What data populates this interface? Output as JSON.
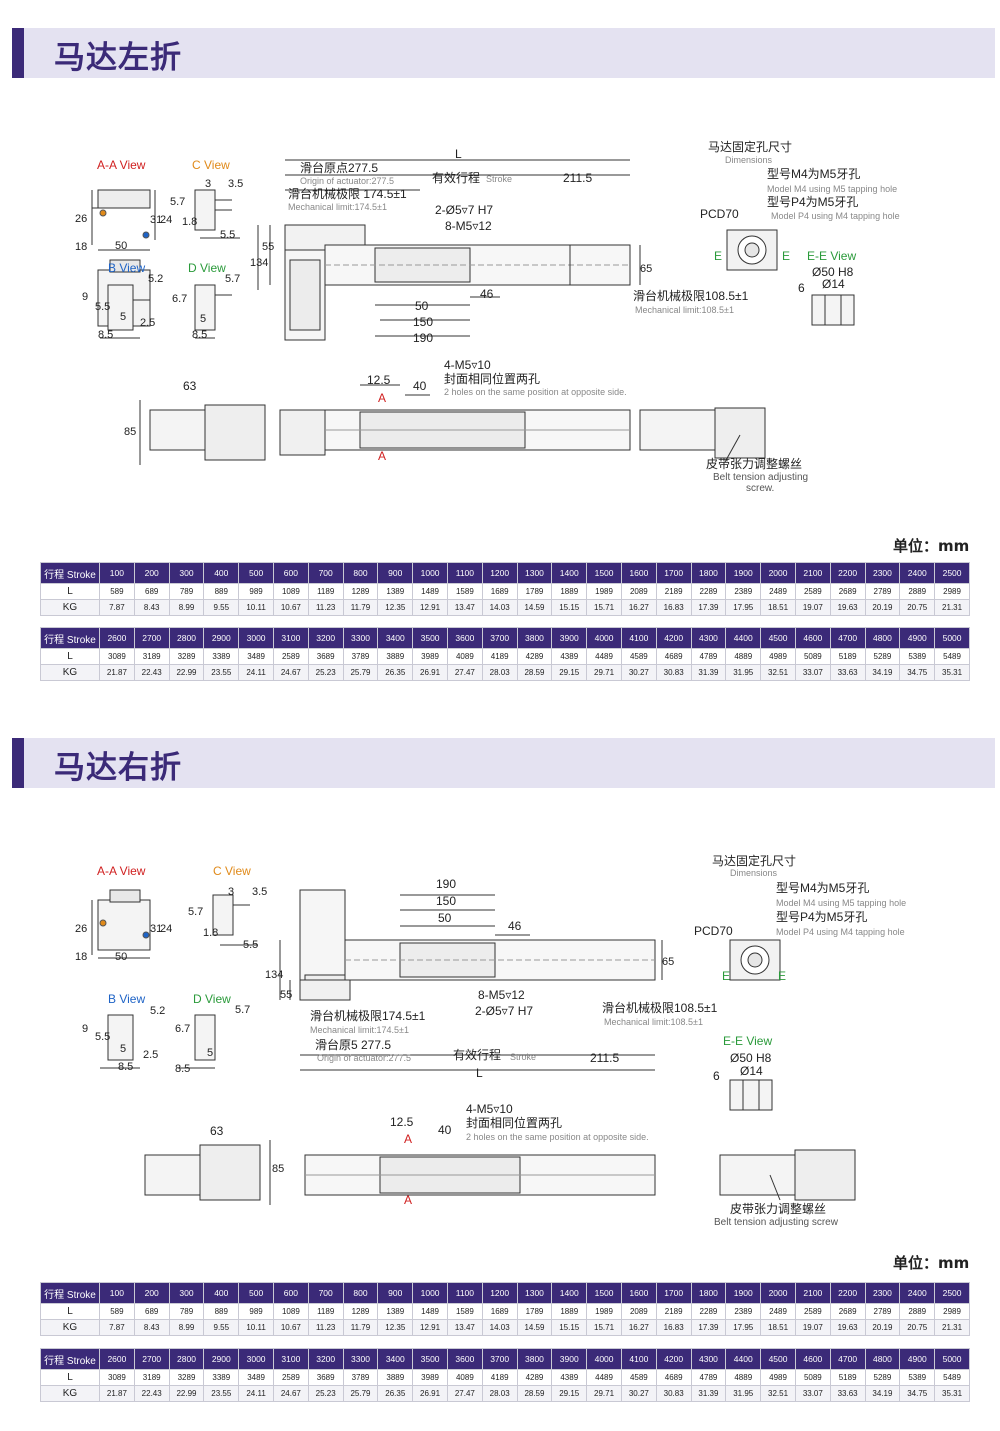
{
  "sections": [
    {
      "title": "马达左折",
      "unit": "单位：mm",
      "labels": {
        "aa_view": "A-A View",
        "c_view": "C View",
        "b_view": "B View",
        "d_view": "D View",
        "ee_view": "E-E View",
        "origin_cn": "滑台原点277.5",
        "origin_en": "Origin of actuator:277.5",
        "mech_cn": "滑台机械极限 174.5±1",
        "mech_en": "Mechanical limit:174.5±1",
        "stroke_cn": "有效行程",
        "stroke_en": "Stroke",
        "L": "L",
        "d211": "211.5",
        "holes1": "2-Ø5▿7 H7",
        "holes2": "8-M5▿12",
        "mech2_cn": "滑台机械极限108.5±1",
        "mech2_en": "Mechanical limit:108.5±1",
        "d50": "50",
        "d150": "150",
        "d190": "190",
        "d46": "46",
        "d55": "55",
        "d134": "134",
        "d65": "65",
        "dim_title_cn": "马达固定孔尺寸",
        "dim_title_en": "Dimensions",
        "m4_cn": "型号M4为M5牙孔",
        "m4_en": "Model M4 using M5 tapping hole",
        "p4_cn": "型号P4为M5牙孔",
        "p4_en": "Model P4 using M4 tapping hole",
        "pcd": "PCD70",
        "e": "E",
        "phi50": "Ø50 H8",
        "phi14": "Ø14",
        "d6": "6",
        "aa26": "26",
        "aa18": "18",
        "aa50": "50",
        "aa31": "31",
        "aa24": "24",
        "c3": "3",
        "c35": "3.5",
        "c57": "5.7",
        "c18": "1.8",
        "c55": "5.5",
        "b52": "5.2",
        "b9": "9",
        "b55": "5.5",
        "b5": "5",
        "b25": "2.5",
        "b85": "8.5",
        "d57": "5.7",
        "d67": "6.7",
        "d5": "5",
        "d85": "8.5",
        "m5_cn": "4-M5▿10",
        "m5_cn2": "封面相同位置两孔",
        "m5_en": "2 holes on the same position at opposite side.",
        "d125": "12.5",
        "d40": "40",
        "a": "A",
        "d63": "63",
        "d85b": "85",
        "belt_cn": "皮带张力调整螺丝",
        "belt_en": "Belt tension adjusting",
        "belt_en2": "screw."
      },
      "table1": {
        "head_label": "行程 Stroke",
        "strokes": [
          "100",
          "200",
          "300",
          "400",
          "500",
          "600",
          "700",
          "800",
          "900",
          "1000",
          "1100",
          "1200",
          "1300",
          "1400",
          "1500",
          "1600",
          "1700",
          "1800",
          "1900",
          "2000",
          "2100",
          "2200",
          "2300",
          "2400",
          "2500"
        ],
        "L": [
          "589",
          "689",
          "789",
          "889",
          "989",
          "1089",
          "1189",
          "1289",
          "1389",
          "1489",
          "1589",
          "1689",
          "1789",
          "1889",
          "1989",
          "2089",
          "2189",
          "2289",
          "2389",
          "2489",
          "2589",
          "2689",
          "2789",
          "2889",
          "2989"
        ],
        "KG": [
          "7.87",
          "8.43",
          "8.99",
          "9.55",
          "10.11",
          "10.67",
          "11.23",
          "11.79",
          "12.35",
          "12.91",
          "13.47",
          "14.03",
          "14.59",
          "15.15",
          "15.71",
          "16.27",
          "16.83",
          "17.39",
          "17.95",
          "18.51",
          "19.07",
          "19.63",
          "20.19",
          "20.75",
          "21.31"
        ]
      },
      "table2": {
        "head_label": "行程 Stroke",
        "strokes": [
          "2600",
          "2700",
          "2800",
          "2900",
          "3000",
          "3100",
          "3200",
          "3300",
          "3400",
          "3500",
          "3600",
          "3700",
          "3800",
          "3900",
          "4000",
          "4100",
          "4200",
          "4300",
          "4400",
          "4500",
          "4600",
          "4700",
          "4800",
          "4900",
          "5000"
        ],
        "L": [
          "3089",
          "3189",
          "3289",
          "3389",
          "3489",
          "2589",
          "3689",
          "3789",
          "3889",
          "3989",
          "4089",
          "4189",
          "4289",
          "4389",
          "4489",
          "4589",
          "4689",
          "4789",
          "4889",
          "4989",
          "5089",
          "5189",
          "5289",
          "5389",
          "5489"
        ],
        "KG": [
          "21.87",
          "22.43",
          "22.99",
          "23.55",
          "24.11",
          "24.67",
          "25.23",
          "25.79",
          "26.35",
          "26.91",
          "27.47",
          "28.03",
          "28.59",
          "29.15",
          "29.71",
          "30.27",
          "30.83",
          "31.39",
          "31.95",
          "32.51",
          "33.07",
          "33.63",
          "34.19",
          "34.75",
          "35.31"
        ]
      }
    },
    {
      "title": "马达右折",
      "unit": "单位：mm",
      "labels": {
        "aa_view": "A-A View",
        "c_view": "C View",
        "b_view": "B View",
        "d_view": "D View",
        "ee_view": "E-E View",
        "origin_cn": "滑台原5 277.5",
        "origin_en": "Origin of actuator:277.5",
        "mech_cn": "滑台机械极限174.5±1",
        "mech_en": "Mechanical limit:174.5±1",
        "stroke_cn": "有效行程",
        "stroke_en": "Stroke",
        "L": "L",
        "d211": "211.5",
        "holes1": "2-Ø5▿7 H7",
        "holes2": "8-M5▿12",
        "mech2_cn": "滑台机械极限108.5±1",
        "mech2_en": "Mechanical limit:108.5±1",
        "d50": "50",
        "d150": "150",
        "d190": "190",
        "d46": "46",
        "d55": "55",
        "d134": "134",
        "d65": "65",
        "dim_title_cn": "马达固定孔尺寸",
        "dim_title_en": "Dimensions",
        "m4_cn": "型号M4为M5牙孔",
        "m4_en": "Model M4 using M5 tapping hole",
        "p4_cn": "型号P4为M5牙孔",
        "p4_en": "Model P4 using M4 tapping hole",
        "pcd": "PCD70",
        "e": "E",
        "phi50": "Ø50 H8",
        "phi14": "Ø14",
        "d6": "6",
        "aa26": "26",
        "aa18": "18",
        "aa50": "50",
        "aa31": "31",
        "aa24": "24",
        "c3": "3",
        "c35": "3.5",
        "c57": "5.7",
        "c18": "1.8",
        "c55": "5.5",
        "b52": "5.2",
        "b9": "9",
        "b55": "5.5",
        "b5": "5",
        "b25": "2.5",
        "b85": "8.5",
        "d57": "5.7",
        "d67": "6.7",
        "d5": "5",
        "d85": "8.5",
        "m5_cn": "4-M5▿10",
        "m5_cn2": "封面相同位置两孔",
        "m5_en": "2 holes on the same position at opposite side.",
        "d125": "12.5",
        "d40": "40",
        "a": "A",
        "d63": "63",
        "d85b": "85",
        "belt_cn": "皮带张力调整螺丝",
        "belt_en": "Belt tension adjusting screw",
        "belt_en2": ""
      },
      "table1": {
        "head_label": "行程 Stroke",
        "strokes": [
          "100",
          "200",
          "300",
          "400",
          "500",
          "600",
          "700",
          "800",
          "900",
          "1000",
          "1100",
          "1200",
          "1300",
          "1400",
          "1500",
          "1600",
          "1700",
          "1800",
          "1900",
          "2000",
          "2100",
          "2200",
          "2300",
          "2400",
          "2500"
        ],
        "L": [
          "589",
          "689",
          "789",
          "889",
          "989",
          "1089",
          "1189",
          "1289",
          "1389",
          "1489",
          "1589",
          "1689",
          "1789",
          "1889",
          "1989",
          "2089",
          "2189",
          "2289",
          "2389",
          "2489",
          "2589",
          "2689",
          "2789",
          "2889",
          "2989"
        ],
        "KG": [
          "7.87",
          "8.43",
          "8.99",
          "9.55",
          "10.11",
          "10.67",
          "11.23",
          "11.79",
          "12.35",
          "12.91",
          "13.47",
          "14.03",
          "14.59",
          "15.15",
          "15.71",
          "16.27",
          "16.83",
          "17.39",
          "17.95",
          "18.51",
          "19.07",
          "19.63",
          "20.19",
          "20.75",
          "21.31"
        ]
      },
      "table2": {
        "head_label": "行程 Stroke",
        "strokes": [
          "2600",
          "2700",
          "2800",
          "2900",
          "3000",
          "3100",
          "3200",
          "3300",
          "3400",
          "3500",
          "3600",
          "3700",
          "3800",
          "3900",
          "4000",
          "4100",
          "4200",
          "4300",
          "4400",
          "4500",
          "4600",
          "4700",
          "4800",
          "4900",
          "5000"
        ],
        "L": [
          "3089",
          "3189",
          "3289",
          "3389",
          "3489",
          "2589",
          "3689",
          "3789",
          "3889",
          "3989",
          "4089",
          "4189",
          "4289",
          "4389",
          "4489",
          "4589",
          "4689",
          "4789",
          "4889",
          "4989",
          "5089",
          "5189",
          "5289",
          "5389",
          "5489"
        ],
        "KG": [
          "21.87",
          "22.43",
          "22.99",
          "23.55",
          "24.11",
          "24.67",
          "25.23",
          "25.79",
          "26.35",
          "26.91",
          "27.47",
          "28.03",
          "28.59",
          "29.15",
          "29.71",
          "30.27",
          "30.83",
          "31.39",
          "31.95",
          "32.51",
          "33.07",
          "33.63",
          "34.19",
          "34.75",
          "35.31"
        ]
      }
    }
  ],
  "colors": {
    "accent": "#3b2a78",
    "header_bg": "#e4e2f1",
    "view_red": "#d02020",
    "view_orange": "#e08a1a",
    "view_blue": "#1e63c6",
    "view_green": "#2a9a3a"
  }
}
